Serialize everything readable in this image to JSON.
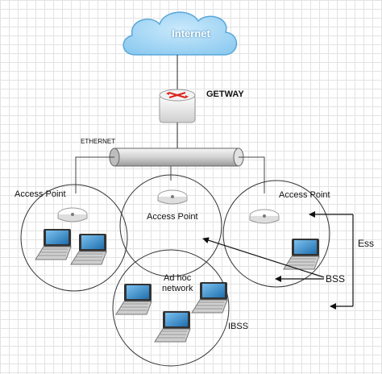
{
  "cloud": {
    "label": "Internet",
    "icon": "cloud-icon"
  },
  "gateway": {
    "label": "GETWAY",
    "icon": "router-icon"
  },
  "backbone": {
    "label": "ETHERNET",
    "icon": "ethernet-pipe-icon"
  },
  "access_points": [
    {
      "label": "Access Point",
      "icon": "access-point-icon"
    },
    {
      "label": "Access Point",
      "icon": "access-point-icon"
    },
    {
      "label": "Access Point",
      "icon": "access-point-icon"
    }
  ],
  "adhoc": {
    "label_line1": "Ad hoc",
    "label_line2": "network"
  },
  "legend": {
    "ess": "Ess",
    "bss": "BSS",
    "ibss": "IBSS"
  },
  "colors": {
    "cloud_fill": "#9fd3f2",
    "cloud_edge": "#5aa7d8",
    "router_accent": "#d9251c",
    "laptop_screen": "#2f86c8"
  }
}
